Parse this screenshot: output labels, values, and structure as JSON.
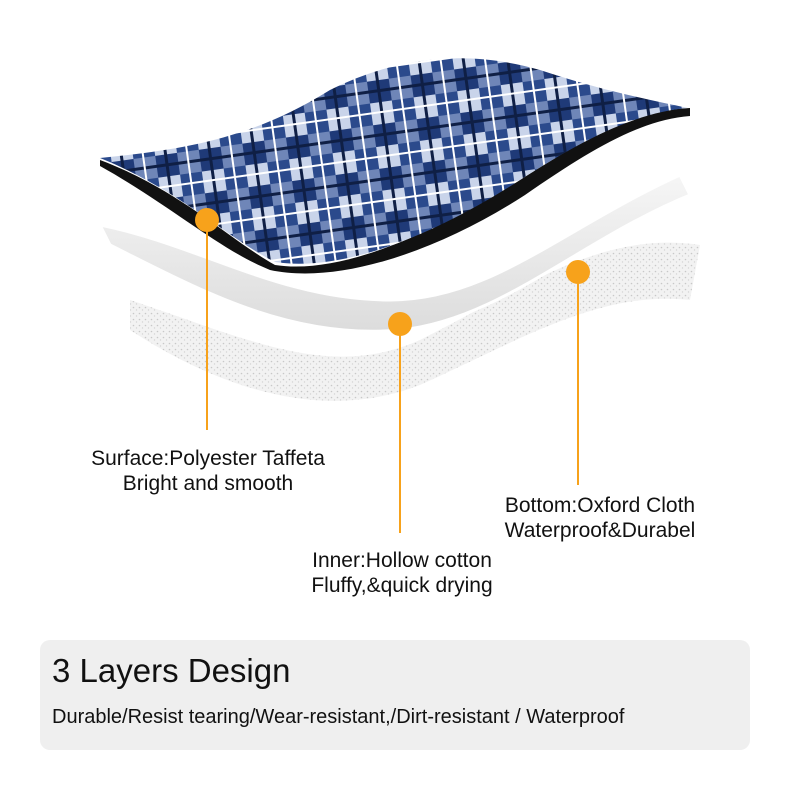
{
  "layers": [
    {
      "id": "surface",
      "title": "Surface:Polyester Taffeta",
      "subtitle": "Bright and smooth"
    },
    {
      "id": "inner",
      "title": "Inner:Hollow cotton",
      "subtitle": "Fluffy,&quick drying"
    },
    {
      "id": "bottom",
      "title": "Bottom:Oxford Cloth",
      "subtitle": "Waterproof&Durabel"
    }
  ],
  "footer": {
    "title": "3 Layers Design",
    "subtitle": "Durable/Resist tearing/Wear-resistant,/Dirt-resistant / Waterproof"
  },
  "colors": {
    "callout": "#f7a21b",
    "plaid_navy": "#1f3a78",
    "plaid_white": "#e8eef8",
    "edge_black": "#111111",
    "inner_grey": "#e6e6e6",
    "bottom_grey": "#d9d9d9",
    "footer_bg": "#efefef"
  }
}
